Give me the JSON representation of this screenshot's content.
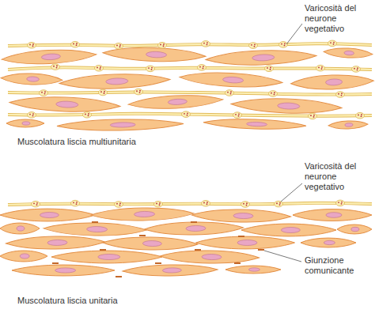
{
  "diagram": {
    "labels": [
      "Varicosità del neurone vegetativo",
      "Muscolatura liscia multiunitaria",
      "Varicosità del neurone vegetativo",
      "Giunzione comunicante",
      "Muscolatura liscia unitaria"
    ]
  }
}
